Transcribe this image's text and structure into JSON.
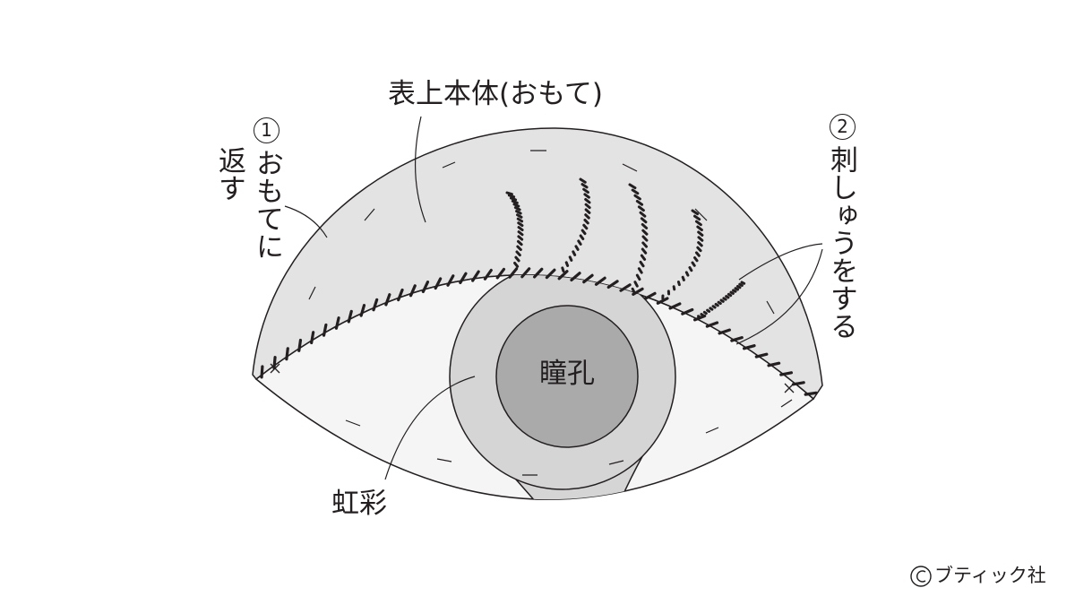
{
  "labels": {
    "top_fabric": "表上本体(おもて)",
    "step1_number": "1",
    "step1_line1": "おもてに",
    "step1_line2": "返す",
    "step2_number": "2",
    "step2_text": "刺しゅうをする",
    "pupil": "瞳孔",
    "iris": "虹彩",
    "copyright": "ブティック社"
  },
  "colors": {
    "upper_fabric": "#e3e3e4",
    "eye_white": "#f5f5f5",
    "iris": "#d5d5d6",
    "pupil": "#aaaaab",
    "line": "#231f20",
    "stitch": "#231f20"
  },
  "icons": {
    "copyright": "copyright-icon"
  }
}
